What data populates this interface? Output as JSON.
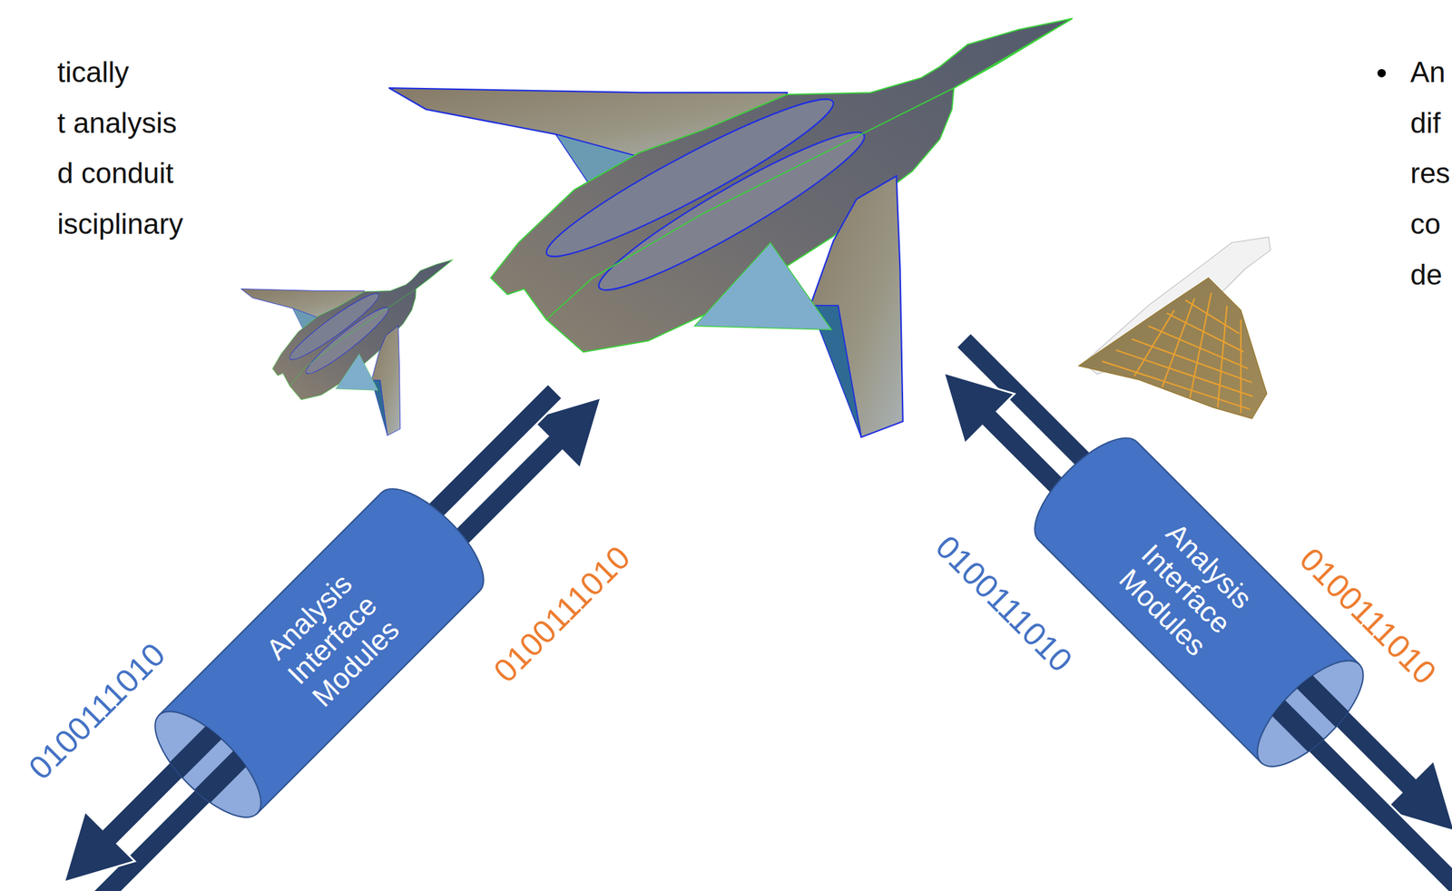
{
  "diagram": {
    "nodes": [
      {
        "text": [
          "Analysis Interface Modules"
        ]
      },
      {
        "text": [
          "Analysis Interface Modules"
        ]
      }
    ],
    "labels": [
      "tically",
      "t analysis",
      "d conduit",
      "isciplinary",
      "An",
      "dif",
      "res",
      "co",
      "de",
      "0100111010",
      "0100111010",
      "0100111010",
      "0100111010"
    ]
  }
}
